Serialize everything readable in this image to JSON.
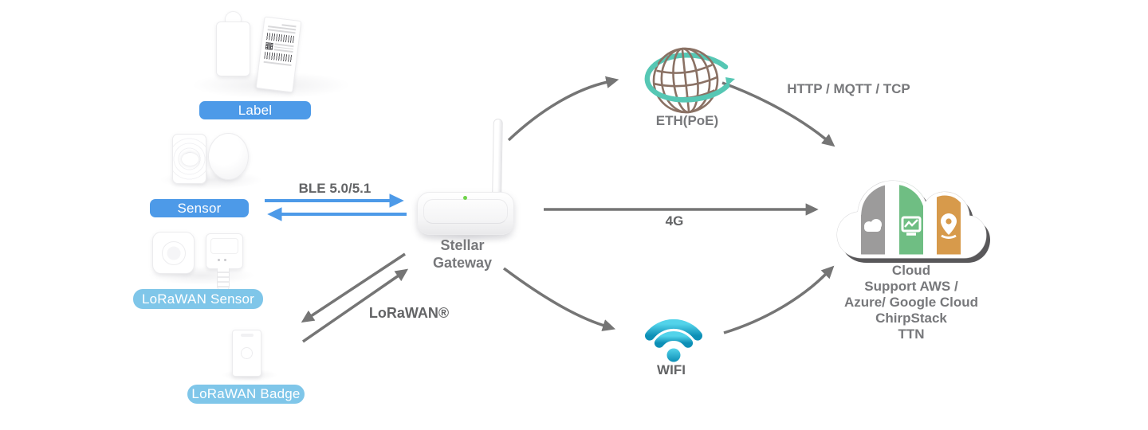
{
  "nodes": {
    "label": {
      "badge": "Label"
    },
    "sensor": {
      "badge": "Sensor"
    },
    "lorawan_sensor": {
      "badge": "LoRaWAN Sensor"
    },
    "lorawan_badge": {
      "badge": "LoRaWAN Badge"
    },
    "gateway": {
      "line1": "Stellar",
      "line2": "Gateway"
    },
    "eth": {
      "label": "ETH(PoE)"
    },
    "wifi": {
      "label": "WIFI"
    },
    "cloud": {
      "lines": [
        "Cloud",
        "Support AWS /",
        "Azure/ Google Cloud",
        "ChirpStack",
        "TTN"
      ]
    }
  },
  "links": {
    "ble": "BLE 5.0/5.1",
    "lorawan": "LoRaWAN®",
    "cellular": "4G",
    "protocols": "HTTP / MQTT / TCP"
  },
  "colors": {
    "badge_blue": "#4D9AE8",
    "badge_light_blue": "#7FC6E9",
    "arrow_blue": "#4D9AE8",
    "arrow_gray": "#757575",
    "label_text_gray": "#77787B",
    "bold_text_gray": "#636466",
    "globe_brown": "#8A7164",
    "swoosh_teal": "#56C7B4",
    "wifi_cyan_light": "#53D3EA",
    "wifi_cyan_dark": "#0D8FB6",
    "cloud_stripe_gray": "#9C9B9B",
    "cloud_stripe_green": "#6FBE83",
    "cloud_stripe_orange": "#D79A4B",
    "cloud_shadow": "#59585A",
    "led_green": "#6FD34A"
  }
}
